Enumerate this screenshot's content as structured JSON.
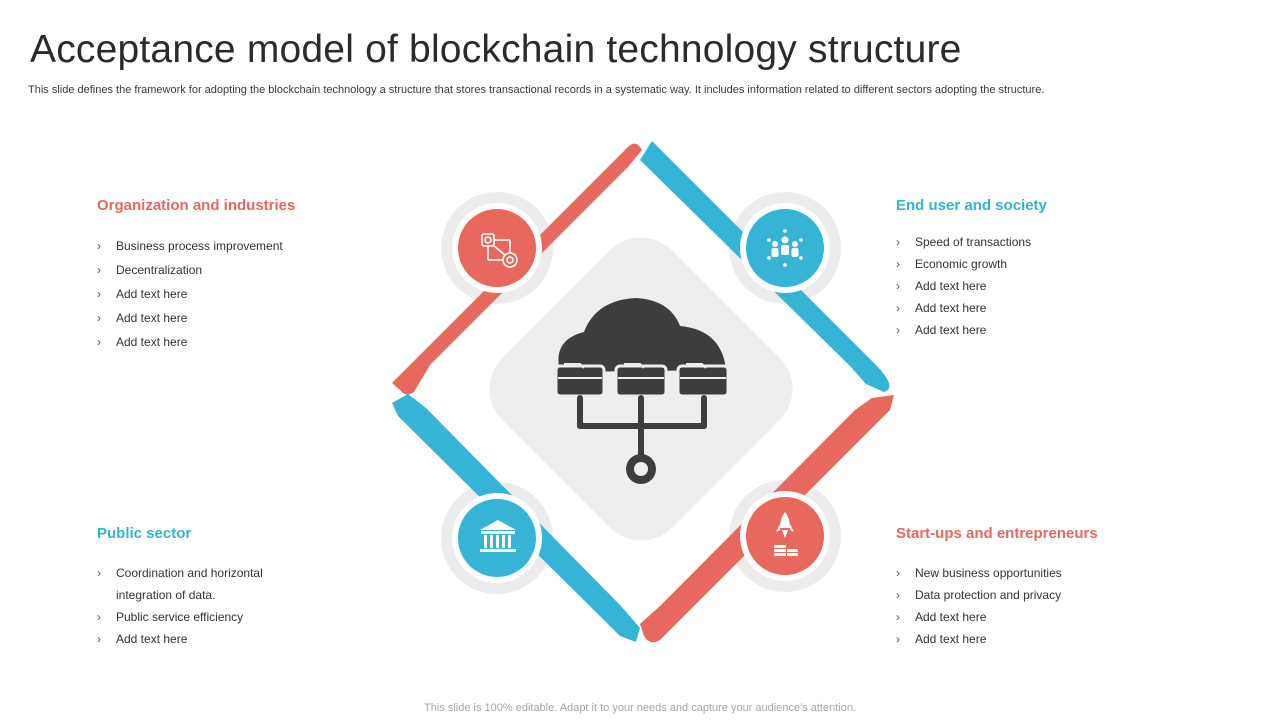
{
  "header": {
    "title": "Acceptance model of blockchain technology structure",
    "subtitle": "This slide defines the framework for adopting the blockchain technology a structure that stores transactional records in a systematic way. It includes information related to different sectors adopting the structure."
  },
  "sections": {
    "top_left": {
      "title": "Organization and industries",
      "icon": "network-nodes-icon",
      "items": [
        "Business process  improvement",
        "Decentralization",
        "Add text here",
        "Add text here",
        "Add text here"
      ]
    },
    "top_right": {
      "title": "End user and society",
      "icon": "people-group-icon",
      "items": [
        "Speed of transactions",
        "Economic growth",
        "Add text here",
        "Add text here",
        "Add text here"
      ]
    },
    "bottom_left": {
      "title": "Public sector",
      "icon": "government-building-icon",
      "items": [
        "Coordination and horizontal integration of data.",
        "Public service efficiency",
        "Add text here"
      ]
    },
    "bottom_right": {
      "title": "Start-ups  and entrepreneurs",
      "icon": "rocket-coins-icon",
      "items": [
        "New business opportunities",
        "Data protection and privacy",
        "Add text here",
        "Add text here"
      ]
    }
  },
  "center": {
    "icon": "cloud-storage-network-icon"
  },
  "colors": {
    "red": "#e8685e",
    "blue": "#35b4d6",
    "dark": "#3d3d3d",
    "light_gray": "#eeeeee"
  },
  "footer": {
    "note": "This slide is 100% editable. Adapt it to your needs and capture your audience's attention."
  }
}
